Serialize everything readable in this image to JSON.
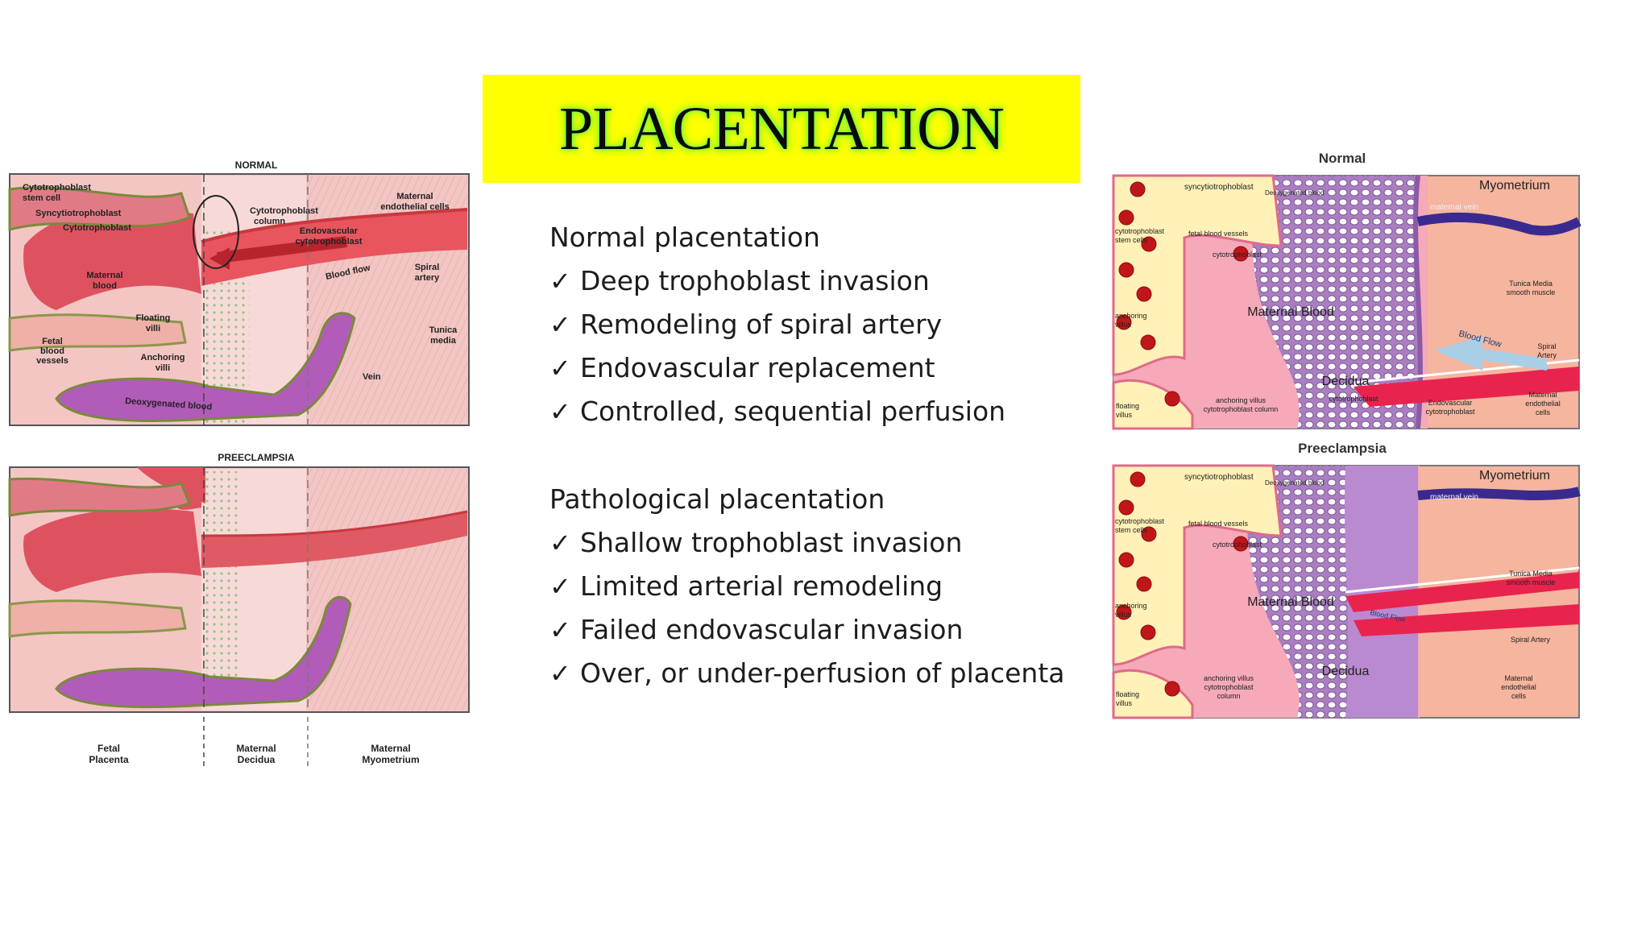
{
  "title": "PLACENTATION",
  "normal": {
    "heading": "Normal placentation",
    "items": [
      "Deep trophoblast invasion",
      "Remodeling of spiral artery",
      "Endovascular replacement",
      "Controlled, sequential perfusion"
    ]
  },
  "pathological": {
    "heading": "Pathological placentation",
    "items": [
      "Shallow trophoblast invasion",
      "Limited arterial remodeling",
      "Failed endovascular invasion",
      "Over, or under-perfusion of placenta"
    ]
  },
  "left_figure": {
    "normal_label": "NORMAL",
    "preeclampsia_label": "PREECLAMPSIA",
    "labels": {
      "cytotrophoblast_stem_cell": "Cytotrophoblast\nstem cell",
      "syncytiotrophoblast": "Syncytiotrophoblast",
      "cytotrophoblast": "Cytotrophoblast",
      "cytotrophoblast_column": "Cytotrophoblast\ncolumn",
      "maternal_endothelial_cells": "Maternal\nendothelial cells",
      "endovascular_cytotrophoblast": "Endovascular\ncytotrophoblast",
      "maternal_blood": "Maternal\nblood",
      "blood_flow": "Blood flow",
      "spiral_artery": "Spiral\nartery",
      "floating_villi": "Floating\nvilli",
      "tunica_media": "Tunica\nmedia",
      "fetal_blood_vessels": "Fetal\nblood\nvessels",
      "anchoring_villi": "Anchoring\nvilli",
      "vein": "Vein",
      "deoxygenated_blood": "Deoxygenated blood",
      "fetal_placenta": "Fetal\nPlacenta",
      "maternal_decidua": "Maternal\nDecidua",
      "maternal_myometrium": "Maternal\nMyometrium"
    }
  },
  "right_figure": {
    "normal_label": "Normal",
    "preeclampsia_label": "Preeclampsia",
    "labels": {
      "syncytiotrophoblast": "syncytiotrophoblast",
      "deoxygenated_blood": "Deoxygenated blood",
      "maternal_vein": "maternal vein",
      "myometrium": "Myometrium",
      "cytotrophoblast_stem_cells": "cytotrophoblast\nstem cells",
      "fetal_blood_vessels": "fetal blood vessels",
      "cytotrophoblast": "cytotrophoblast",
      "tunica_media": "Tunica Media\nsmooth muscle",
      "maternal_blood": "Maternal Blood",
      "blood_flow": "Blood Flow",
      "anchoring_villus": "anchoring\nvillus",
      "spiral_artery": "Spiral\nArtery",
      "decidua": "Decidua",
      "floating_villus": "floating\nvillus",
      "anchoring_villus_column": "anchoring villus\ncytotrophoblast column",
      "endovascular_cytotrophoblast": "Endovascular\ncytotrophoblast",
      "maternal_endothelial_cells": "Maternal\nendothelial\ncells"
    }
  },
  "colors": {
    "title_background": "#ffff00",
    "title_glow": "#6cff3a",
    "maternal_blood": "#e8555f",
    "decidua": "#b98ac7",
    "myometrium": "#f6b89c",
    "villus": "#fff1b8"
  }
}
